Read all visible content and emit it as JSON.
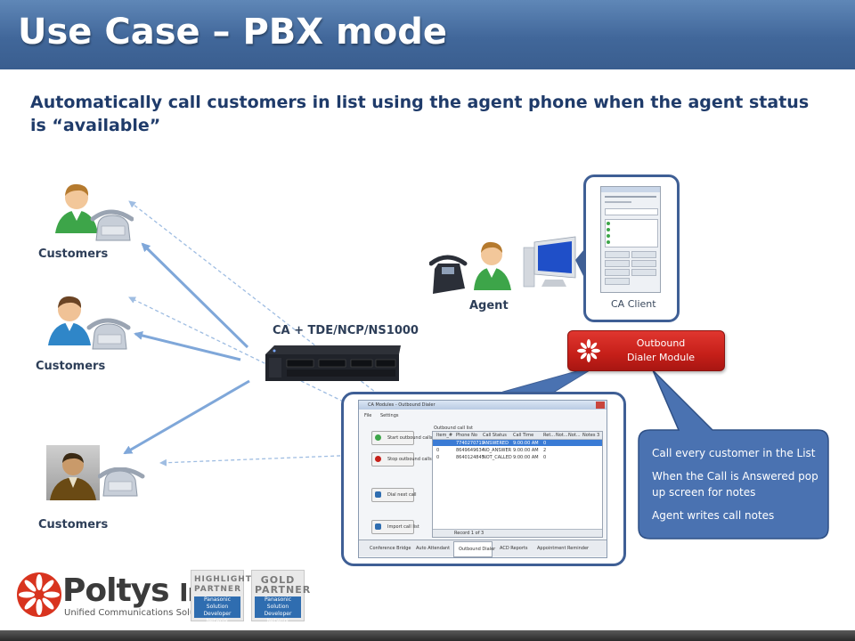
{
  "slide": {
    "title": "Use Case – PBX mode",
    "subtitle": "Automatically call customers in list using the agent phone when the agent status is “available”"
  },
  "diagram": {
    "customers_label": "Customers",
    "agent_label": "Agent",
    "pbx_label": "CA + TDE/NCP/NS1000",
    "client_label": "CA Client",
    "module_line1": "Outbound",
    "module_line2": "Dialer Module"
  },
  "notes": {
    "items": [
      "Call every customer in the List",
      "When the Call  is Answered pop up screen  for notes",
      "Agent writes call notes"
    ]
  },
  "dialer_window": {
    "title": "CA Modules - Outbound Dialer",
    "menu": [
      "File",
      "Settings"
    ],
    "list_label": "Outbound call list",
    "buttons": [
      "Start outbound calls",
      "Stop outbound calls",
      "Dial next call",
      "Import call list"
    ],
    "columns": [
      "Item_#",
      "Phone No",
      "Call Status",
      "Call Time",
      "Ret...",
      "Not...",
      "Not...",
      "Notes 3"
    ],
    "rows": [
      [
        "",
        "7740270719",
        "ANSWERED",
        "9:00:00 AM",
        "0"
      ],
      [
        "0",
        "8649649634",
        "NO_ANSWER",
        "9:00:00 AM",
        "2"
      ],
      [
        "0",
        "8640124845",
        "NOT_CALLED",
        "9:00:00 AM",
        "0"
      ]
    ],
    "record_text": "Record 1 of 3",
    "tabs": [
      "Conference Bridge",
      "Auto Attendant",
      "Outbound Dialer",
      "ACD Reports",
      "Appointment Reminder"
    ]
  },
  "footer": {
    "company": "Poltys",
    "company_suffix": "Inc.",
    "tagline": "Unified Communications Solutions",
    "badge1_line1": "HIGHLIGHTED",
    "badge1_line2": "PARTNER",
    "badge1_sub": "Panasonic Solution Developer Network",
    "badge2_line1": "GOLD",
    "badge2_line2": "PARTNER",
    "badge2_sub": "Panasonic Solution Developer Network"
  },
  "colors": {
    "title_bar": "#41679a",
    "subtitle": "#1f3b6a",
    "frame_blue": "#3f5f95",
    "module_red": "#c51f19",
    "callout_blue": "#4a72b1",
    "arrow_blue": "#7fa7d9"
  }
}
